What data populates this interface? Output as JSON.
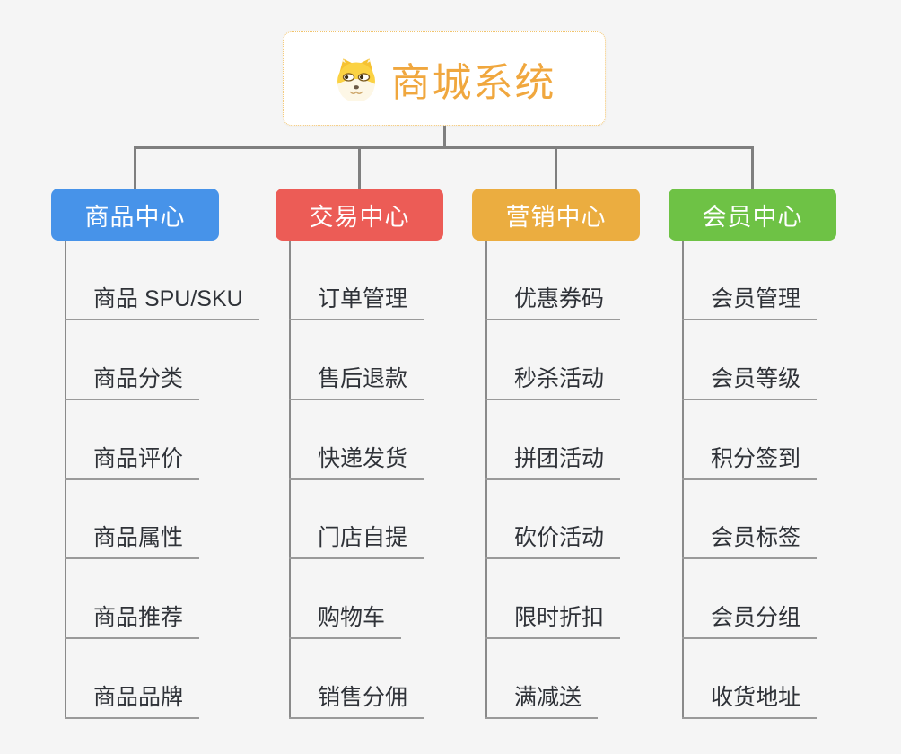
{
  "canvas": {
    "background": "#f5f5f5",
    "connector_color": "#7f7f7f",
    "underline_color": "#9a9a9a",
    "leaf_text_color": "#2f3238"
  },
  "root": {
    "title": "商城系统",
    "icon": "dog-face-icon",
    "text_color": "#f0a73e",
    "border_color": "#f2c46c",
    "background": "#ffffff"
  },
  "branches": [
    {
      "label": "商品中心",
      "color": "#4793e9",
      "children": [
        "商品 SPU/SKU",
        "商品分类",
        "商品评价",
        "商品属性",
        "商品推荐",
        "商品品牌"
      ]
    },
    {
      "label": "交易中心",
      "color": "#ec5c56",
      "children": [
        "订单管理",
        "售后退款",
        "快递发货",
        "门店自提",
        "购物车",
        "销售分佣"
      ]
    },
    {
      "label": "营销中心",
      "color": "#ebad40",
      "children": [
        "优惠券码",
        "秒杀活动",
        "拼团活动",
        "砍价活动",
        "限时折扣",
        "满减送"
      ]
    },
    {
      "label": "会员中心",
      "color": "#6ec245",
      "children": [
        "会员管理",
        "会员等级",
        "积分签到",
        "会员标签",
        "会员分组",
        "收货地址"
      ]
    }
  ]
}
